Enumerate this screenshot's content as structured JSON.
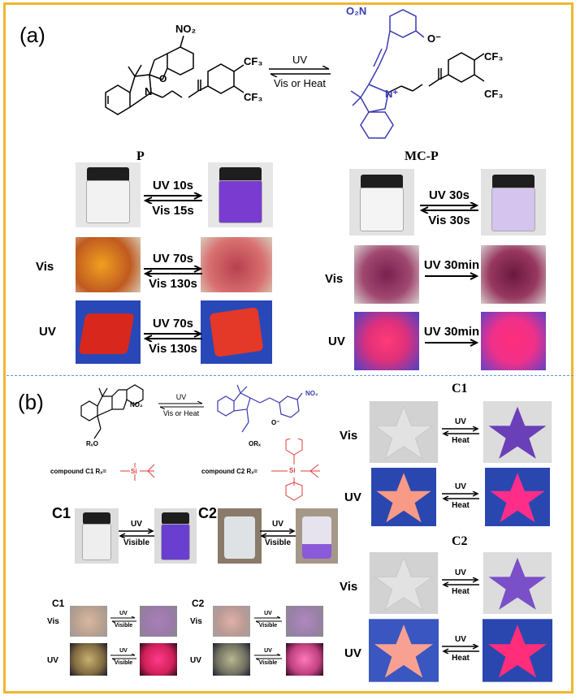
{
  "panels": {
    "a": "(a)",
    "b": "(b)"
  },
  "section_a": {
    "molecule_left": {
      "sub": "NO₂",
      "cf3_top": "CF₃",
      "cf3_bot": "CF₃",
      "n": "N",
      "o": "O"
    },
    "molecule_right": {
      "sub": "O₂N",
      "o_minus": "O⁻",
      "cf3_top": "CF₃",
      "cf3_bot": "CF₃",
      "n_plus": "N⁺"
    },
    "reaction": {
      "forward": "UV",
      "reverse": "Vis or Heat"
    },
    "label_left": "P",
    "label_right": "MC-P",
    "left_rows": [
      {
        "row": "",
        "forward": "UV 10s",
        "reverse": "Vis 15s"
      },
      {
        "row": "Vis",
        "forward": "UV 70s",
        "reverse": "Vis 130s"
      },
      {
        "row": "UV",
        "forward": "UV 70s",
        "reverse": "Vis 130s"
      }
    ],
    "right_rows": [
      {
        "row": "",
        "forward": "UV 30s",
        "reverse": "Vis 30s"
      },
      {
        "row": "Vis",
        "forward": "UV 30min"
      },
      {
        "row": "UV",
        "forward": "UV 30min"
      }
    ]
  },
  "section_b": {
    "reaction": {
      "forward": "UV",
      "reverse": "Vis or Heat"
    },
    "molecule_left": {
      "sub": "NO₂",
      "rx": "RₓO"
    },
    "molecule_right": {
      "sub": "NO₂",
      "rx": "ORₓ",
      "o_minus": "O⁻"
    },
    "compound_c1": "compound C1 Rₓ=",
    "compound_c2": "compound C2 Rₓ=",
    "si": "Si",
    "vials": {
      "c1_label": "C1",
      "c2_label": "C2",
      "c1_forward": "UV",
      "c1_reverse": "Visible",
      "c2_forward": "UV",
      "c2_reverse": "Visible"
    },
    "powders": {
      "c1_label": "C1",
      "c2_label": "C2",
      "rows": [
        "Vis",
        "UV"
      ],
      "forward": "UV",
      "reverse": "Visible"
    },
    "stars": {
      "c1_title": "C1",
      "c2_title": "C2",
      "rows": [
        "Vis",
        "UV"
      ],
      "forward": "UV",
      "reverse": "Heat"
    }
  },
  "colors": {
    "frame": "#f0b632",
    "divider": "#5b9bd5",
    "merocyanine_blue": "#3a3ab0",
    "purple": "#6a3fb8",
    "pink": "#ff2d8a",
    "salmon": "#f89a86",
    "uv_bg": "#2a47b0",
    "silyl_red": "#e23b3b"
  }
}
